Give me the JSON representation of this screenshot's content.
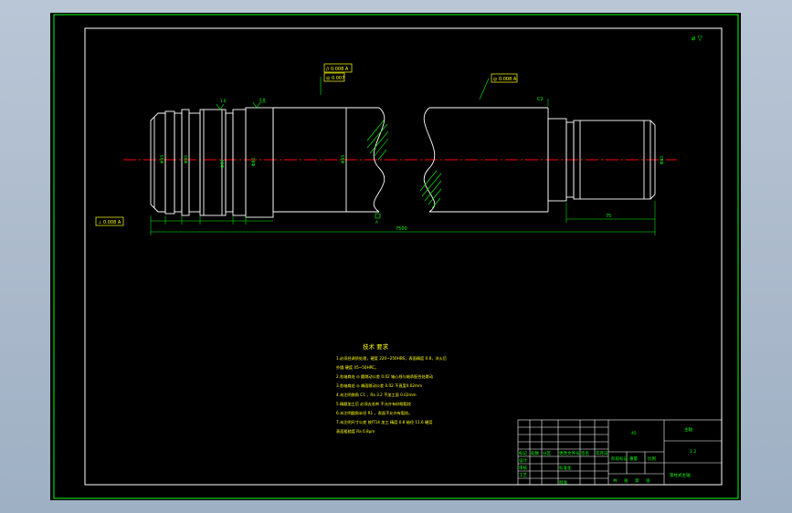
{
  "drawing": {
    "corner_mark": "⌀ ▽",
    "tolerance_frames": [
      {
        "text": "// 0.008  A"
      },
      {
        "text": "◎ 0.007"
      },
      {
        "text": "◎ 0.008  A"
      }
    ],
    "datum_label": "⊥ 0.008  A",
    "overall_length": "7500",
    "right_segment_length": "75",
    "diameter_labels": [
      "Φ95",
      "Φ90",
      "Φ85",
      "Φ80",
      "Φ85",
      "Φ80"
    ],
    "chamfer_note": "C2",
    "datum_letter": "A",
    "roughness_marks": [
      "1.6",
      "0.8"
    ]
  },
  "notes": {
    "title": "技术 要求",
    "lines": [
      "1.必须经调质处理，硬度 220~250HBS，表面精度 0.8，淬火后",
      "外圆    硬度 45~50HRC。",
      "2.各轴肩处 ◎ 圆跳动公差 0.02  轴心线与轴承配合处跳动",
      "3.各轴肩处 ◎ 端面跳动公差 0.02  不直度0.02mm",
      "4.未注明倒角 C1 ，Ra 3.2 不加工面 0.02mm",
      "5.精磨加工后 必须去毛刺 不允许有砂眼裂纹",
      "6.未注明圆角半径 R1 ，表面不允许有裂纹。",
      "7.未注明尺寸公差 按IT14 加工  精度 0.8    轴径 11.6  硬度",
      "表面粗糙度 Ra 0.8μm"
    ]
  },
  "title_block": {
    "material": "45",
    "part_name": "主轴",
    "code": "1:2",
    "drawing_name": "管柱式主轴",
    "labels": [
      "设计",
      "审核",
      "工艺",
      "标准化",
      "批准"
    ],
    "row_labels": [
      "标记",
      "处数",
      "分区",
      "更改文件号",
      "签名",
      "年月日"
    ],
    "stage_labels": [
      "阶段标记",
      "重量",
      "比例"
    ],
    "sheet_labels": [
      "共",
      "张",
      "第",
      "张"
    ]
  },
  "colors": {
    "background": "#000000",
    "frame": "#ffffff",
    "geometry": "#ffffff",
    "dimension": "#00ff00",
    "centerline": "#ff0000",
    "hatch": "#00ff00",
    "annotation": "#ffff00"
  }
}
